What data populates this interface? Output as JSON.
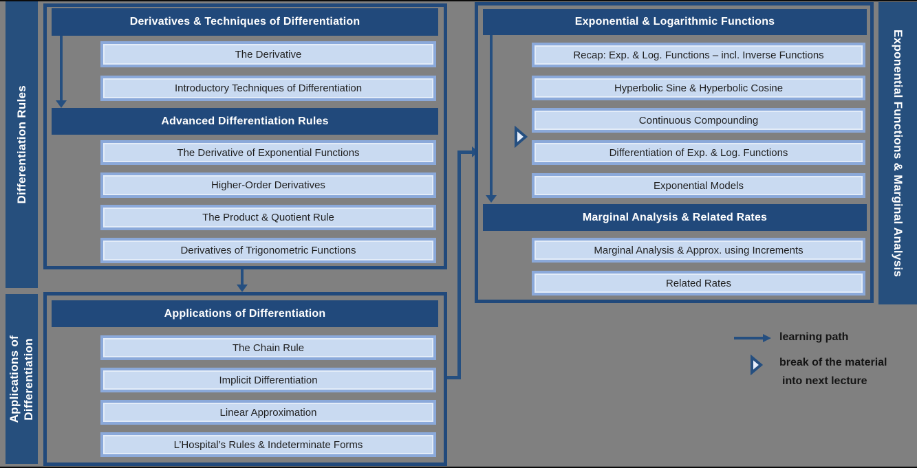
{
  "diagram": {
    "left_top_group": {
      "side_label": "Differentiation Rules",
      "header1": "Derivatives & Techniques of Differentiation",
      "items1": [
        "The Derivative",
        "Introductory Techniques of Differentiation"
      ],
      "header2": "Advanced Differentiation Rules",
      "items2": [
        "The Derivative of Exponential Functions",
        "Higher-Order Derivatives",
        "The Product & Quotient Rule",
        "Derivatives of Trigonometric Functions"
      ]
    },
    "left_bottom_group": {
      "side_label_line1": "Applications of",
      "side_label_line2": "Differentiation",
      "header": "Applications of Differentiation",
      "items": [
        "The Chain Rule",
        "Implicit Differentiation",
        "Linear Approximation",
        "L’Hospital’s Rules & Indeterminate Forms"
      ]
    },
    "right_group": {
      "side_label": "Exponential Functions & Marginal Analysis",
      "header1": "Exponential & Logarithmic Functions",
      "items1": [
        "Recap: Exp. & Log. Functions – incl. Inverse Functions",
        "Hyperbolic Sine & Hyperbolic Cosine",
        "Continuous Compounding",
        "Differentiation of Exp. & Log. Functions",
        "Exponential Models"
      ],
      "header2": "Marginal Analysis & Related Rates",
      "items2": [
        "Marginal Analysis & Approx. using Increments",
        "Related Rates"
      ]
    },
    "legend": {
      "arrow_label": "learning path",
      "break_label_line1": "break of the material",
      "break_label_line2": "into next lecture"
    },
    "colors": {
      "background": "#808080",
      "dark_blue": "#21497B",
      "bar_blue": "#264F7D",
      "arrow_blue": "#254F80",
      "item_fill": "#C9DAF1",
      "item_border": "#8BA9DA",
      "item_text": "#1F1F1F",
      "header_text": "#FFFFFF"
    }
  }
}
